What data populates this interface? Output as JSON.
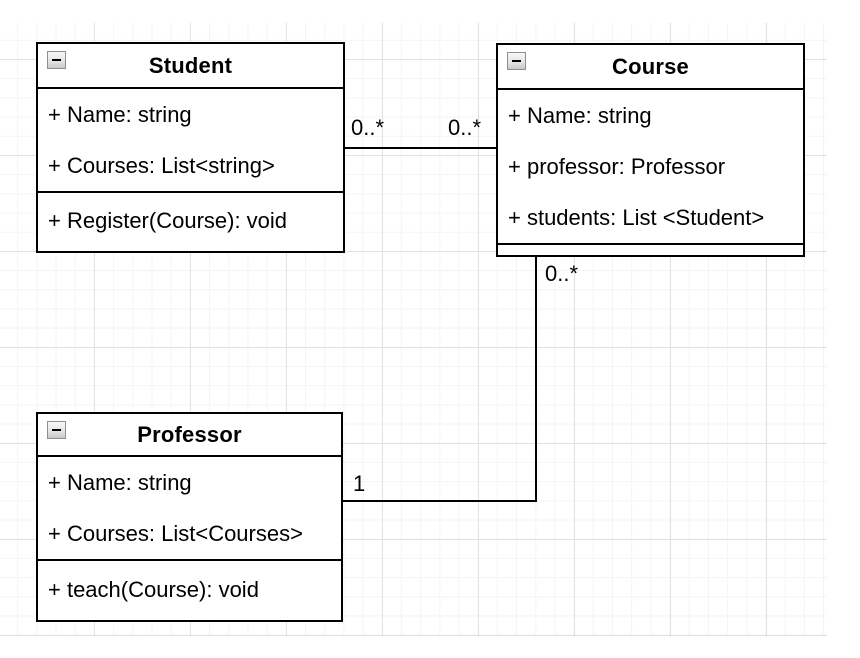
{
  "diagram": {
    "type": "uml-class-diagram",
    "classes": [
      {
        "name": "Student",
        "attributes": [
          "+ Name: string",
          "+ Courses: List<string>"
        ],
        "methods": [
          "+ Register(Course): void"
        ]
      },
      {
        "name": "Course",
        "attributes": [
          "+ Name: string",
          "+ professor: Professor",
          "+ students: List <Student>"
        ],
        "methods": []
      },
      {
        "name": "Professor",
        "attributes": [
          "+ Name: string",
          "+ Courses: List<Courses>"
        ],
        "methods": [
          "+ teach(Course): void"
        ]
      }
    ],
    "associations": [
      {
        "from": "Student",
        "to": "Course",
        "from_multiplicity": "0..*",
        "to_multiplicity": "0..*"
      },
      {
        "from": "Professor",
        "to": "Course",
        "from_multiplicity": "1",
        "to_multiplicity": "0..*"
      }
    ]
  },
  "icons": {
    "collapse": "minus-icon"
  },
  "colors": {
    "shape_border": "#000000",
    "shape_fill": "#ffffff",
    "text": "#000000",
    "grid_minor": "#f4f4f4",
    "grid_major": "#e2e2e2",
    "canvas_background": "#ffffff"
  }
}
